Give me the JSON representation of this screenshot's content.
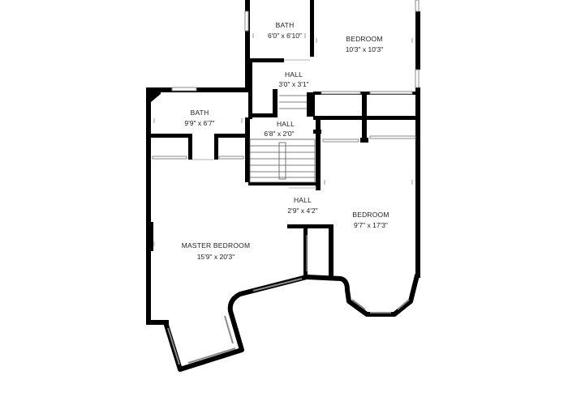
{
  "rooms": [
    {
      "id": "bath-top",
      "name": "BATH",
      "size": "6'0\" x 6'10\""
    },
    {
      "id": "bedroom-top",
      "name": "BEDROOM",
      "size": "10'3\" x 10'3\""
    },
    {
      "id": "hall-top",
      "name": "HALL",
      "size": "3'0\" x 3'1\""
    },
    {
      "id": "bath-left",
      "name": "BATH",
      "size": "9'9\" x 6'7\""
    },
    {
      "id": "hall-mid",
      "name": "HALL",
      "size": "6'8\" x 2'0\""
    },
    {
      "id": "hall-low",
      "name": "HALL",
      "size": "2'9\" x 4'2\""
    },
    {
      "id": "bedroom-right",
      "name": "BEDROOM",
      "size": "9'7\" x 17'3\""
    },
    {
      "id": "master-bedroom",
      "name": "MASTER BEDROOM",
      "size": "15'9\" x 20'3\""
    }
  ],
  "colors": {
    "wall": "#000000",
    "window": "#8a8a8a",
    "background": "#ffffff"
  }
}
